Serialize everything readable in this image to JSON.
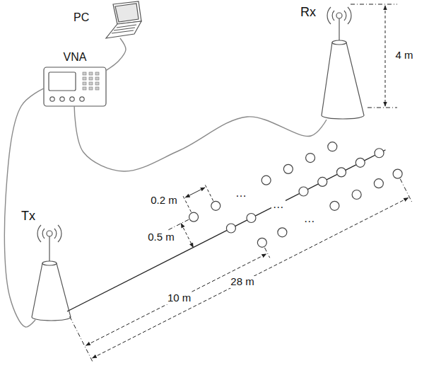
{
  "diagram": {
    "nodes": [
      {
        "text": [
          "PC"
        ]
      },
      {
        "text": [
          "VNA"
        ]
      },
      {
        "text": [
          "Rx"
        ]
      },
      {
        "text": [
          "Tx"
        ]
      }
    ],
    "edges": [
      {
        "from": 0,
        "to": 1,
        "arrow": "none"
      },
      {
        "from": 1,
        "to": 3,
        "arrow": "none"
      },
      {
        "from": 1,
        "to": 2,
        "arrow": "none"
      }
    ],
    "labels": [
      "4 m",
      "0.2 m",
      "0.5 m",
      "10 m",
      "28 m",
      "…",
      "…",
      "…"
    ]
  }
}
